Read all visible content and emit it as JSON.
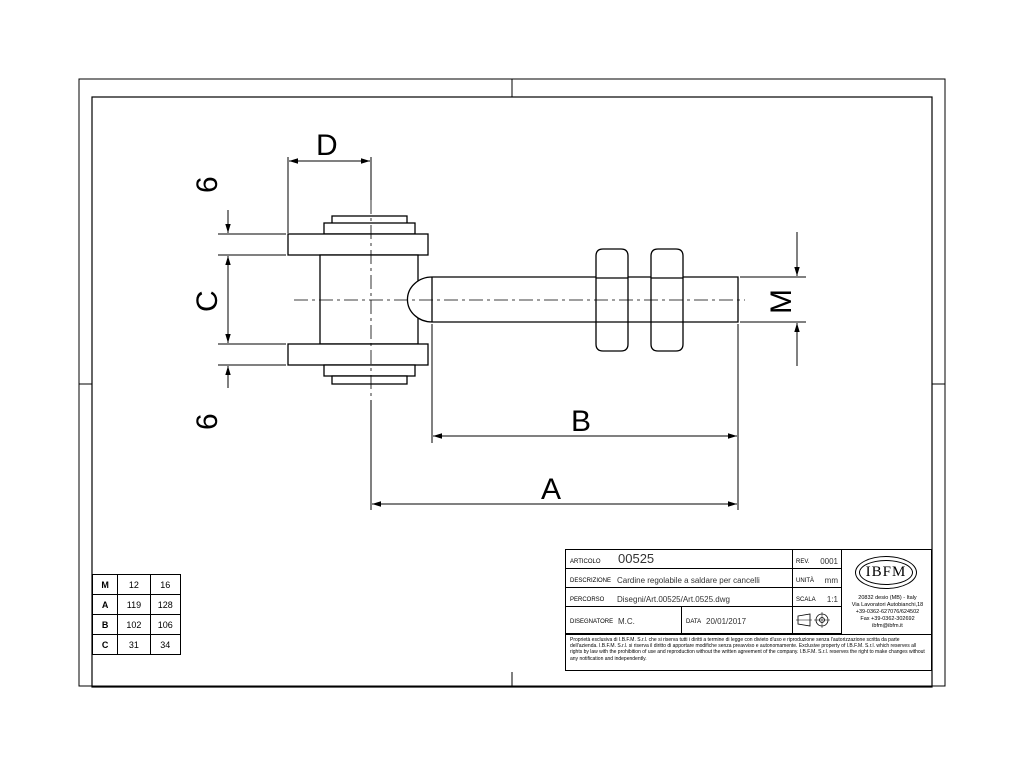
{
  "drawing": {
    "dimension_labels": {
      "d": "D",
      "top_six": "6",
      "c": "C",
      "bottom_six": "6",
      "b": "B",
      "a": "A",
      "m": "M"
    }
  },
  "parameter_table": {
    "rows": [
      {
        "label": "M",
        "values": [
          "12",
          "16"
        ]
      },
      {
        "label": "A",
        "values": [
          "119",
          "128"
        ]
      },
      {
        "label": "B",
        "values": [
          "102",
          "106"
        ]
      },
      {
        "label": "C",
        "values": [
          "31",
          "34"
        ]
      }
    ]
  },
  "title_block": {
    "articolo_key": "ARTICOLO",
    "articolo_value": "00525",
    "rev_key": "REV.",
    "rev_value": "0001",
    "descrizione_key": "DESCRIZIONE",
    "descrizione_value": "Cardine regolabile a saldare per cancelli",
    "unita_key": "UNITÀ",
    "unita_value": "mm",
    "percorso_key": "PERCORSO",
    "percorso_value": "Disegni/Art.00525/Art.0525.dwg",
    "scala_key": "SCALA",
    "scala_value": "1:1",
    "disegnatore_key": "DISEGNATORE",
    "disegnatore_value": "M.C.",
    "data_key": "DATA",
    "data_value": "20/01/2017",
    "logo_text": "IBFM",
    "address_lines": [
      "20832 desio (MB) - Italy",
      "Via Lavoratori Autobianchi,18",
      "+39-0362-627076/624502",
      "Fax +39-0362-302692",
      "ibfm@ibfm.it"
    ],
    "legal_text": "Proprietà esclusiva di I.B.F.M. S.r.l. che si riserva tutti i diritti a termine di legge con divieto d'uso e riproduzione senza l'autorizzazione scritta da parte dell'azienda. I.B.F.M. S.r.l. si riserva il diritto di apportare modifiche senza preavviso e autonomamente. Exclusive property of I.B.F.M. S.r.l. which reserves all rights by law with the prohibition of use and reproduction without the written agreement of the company. I.B.F.M. S.r.l. reserves the right to make changes without any notification and independently."
  }
}
